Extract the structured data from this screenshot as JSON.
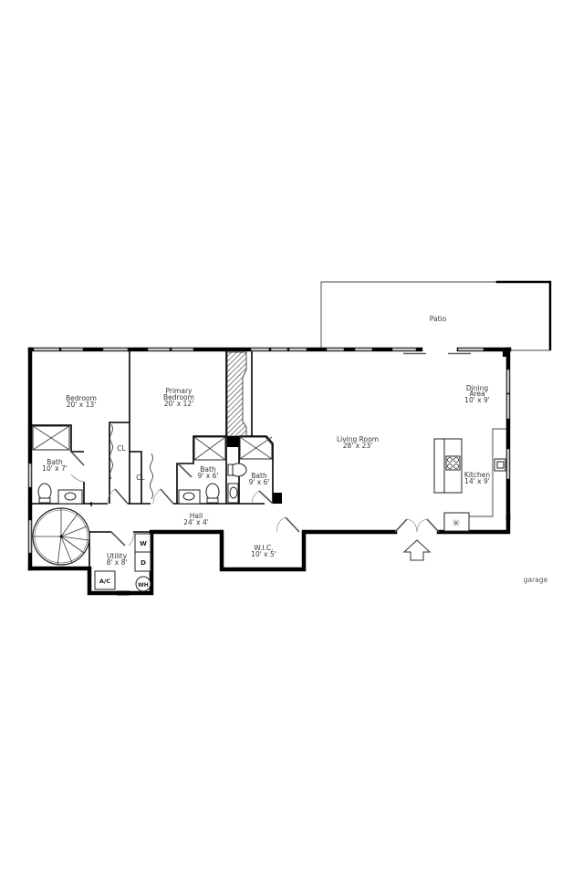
{
  "floor_plan": {
    "rooms": [
      {
        "id": "bedroom",
        "name": "Bedroom",
        "dims": "20' x 13'"
      },
      {
        "id": "primary-bedroom",
        "name_line1": "Primary",
        "name_line2": "Bedroom",
        "dims": "20' x 12'"
      },
      {
        "id": "bath-1",
        "name": "Bath",
        "dims": "10' x 7'"
      },
      {
        "id": "bath-2",
        "name": "Bath",
        "dims": "9' x 6'"
      },
      {
        "id": "bath-3",
        "name": "Bath",
        "dims": "9' x 6'"
      },
      {
        "id": "living-room",
        "name": "Living Room",
        "dims": "28' x 23'"
      },
      {
        "id": "dining-area",
        "name_line1": "Dining",
        "name_line2": "Area",
        "dims": "10' x 9'"
      },
      {
        "id": "kitchen",
        "name": "Kitchen",
        "dims": "14' x 9'"
      },
      {
        "id": "hall",
        "name": "Hall",
        "dims": "24' x 4'"
      },
      {
        "id": "utility",
        "name": "Utility",
        "dims": "8' x 8'"
      },
      {
        "id": "wic",
        "name": "W.I.C.",
        "dims": "10' x 5'"
      },
      {
        "id": "patio",
        "name": "Patio"
      }
    ],
    "closets": [
      "CL",
      "CL"
    ],
    "appliances": {
      "washer": "W",
      "dryer": "D",
      "water_heater": "WH",
      "ac": "A/C"
    },
    "outside_label": "garage",
    "colors": {
      "wall": "#000000",
      "window": "#c9c9c9",
      "background": "#ffffff"
    }
  }
}
